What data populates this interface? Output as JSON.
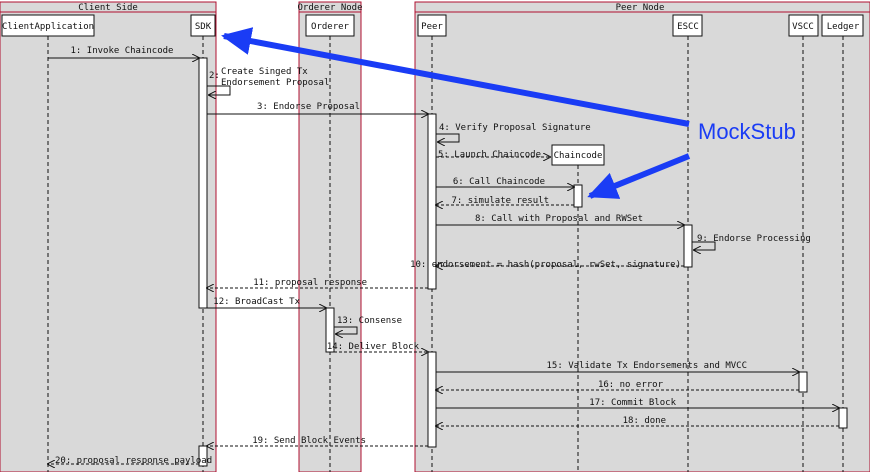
{
  "groups": [
    {
      "id": "client",
      "label": "Client Side"
    },
    {
      "id": "orderer",
      "label": "Orderer Node"
    },
    {
      "id": "peer",
      "label": "Peer Node"
    }
  ],
  "participants": [
    {
      "id": "client_app",
      "label": "ClientApplication"
    },
    {
      "id": "sdk",
      "label": "SDK"
    },
    {
      "id": "orderer",
      "label": "Orderer"
    },
    {
      "id": "peer",
      "label": "Peer"
    },
    {
      "id": "escc",
      "label": "ESCC"
    },
    {
      "id": "vscc",
      "label": "VSCC"
    },
    {
      "id": "ledger",
      "label": "Ledger"
    },
    {
      "id": "chaincode",
      "label": "Chaincode"
    }
  ],
  "messages": [
    {
      "n": 1,
      "text": "1: Invoke Chaincode",
      "from": "client_app",
      "to": "sdk",
      "style": "solid"
    },
    {
      "n": 2,
      "text": "Create Singed Tx",
      "text2": "Endorsement Proposal",
      "prefix": "2:",
      "from": "sdk",
      "to": "sdk",
      "style": "self"
    },
    {
      "n": 3,
      "text": "3: Endorse Proposal",
      "from": "sdk",
      "to": "peer",
      "style": "solid"
    },
    {
      "n": 4,
      "text": "4: Verify Proposal Signature",
      "from": "peer",
      "to": "peer",
      "style": "self"
    },
    {
      "n": 5,
      "text": "5: Launch Chaincode",
      "from": "peer",
      "to": "chaincode",
      "style": "dashed"
    },
    {
      "n": 6,
      "text": "6: Call Chaincode",
      "from": "peer",
      "to": "chaincode",
      "style": "solid"
    },
    {
      "n": 7,
      "text": "7: simulate result",
      "from": "chaincode",
      "to": "peer",
      "style": "dashed"
    },
    {
      "n": 8,
      "text": "8: Call with Proposal and RWSet",
      "from": "peer",
      "to": "escc",
      "style": "solid"
    },
    {
      "n": 9,
      "text": "9: Endorse Processing",
      "from": "escc",
      "to": "escc",
      "style": "self"
    },
    {
      "n": 10,
      "text": "10: endorsement = hash(proposal, rwSet, signature)",
      "from": "escc",
      "to": "peer",
      "style": "dashed"
    },
    {
      "n": 11,
      "text": "11: proposal response",
      "from": "peer",
      "to": "sdk",
      "style": "dashed"
    },
    {
      "n": 12,
      "text": "12: BroadCast Tx",
      "from": "sdk",
      "to": "orderer",
      "style": "solid"
    },
    {
      "n": 13,
      "text": "13: Consense",
      "from": "orderer",
      "to": "orderer",
      "style": "self"
    },
    {
      "n": 14,
      "text": "14: Deliver Block",
      "from": "orderer",
      "to": "peer",
      "style": "dashed"
    },
    {
      "n": 15,
      "text": "15: Validate Tx Endorsements and MVCC",
      "from": "peer",
      "to": "vscc",
      "style": "solid"
    },
    {
      "n": 16,
      "text": "16: no error",
      "from": "vscc",
      "to": "peer",
      "style": "dashed"
    },
    {
      "n": 17,
      "text": "17: Commit Block",
      "from": "peer",
      "to": "ledger",
      "style": "solid"
    },
    {
      "n": 18,
      "text": "18: done",
      "from": "ledger",
      "to": "peer",
      "style": "dashed"
    },
    {
      "n": 19,
      "text": "19: Send Block Events",
      "from": "peer",
      "to": "sdk",
      "style": "dashed"
    },
    {
      "n": 20,
      "text": "20: proposal response payload",
      "from": "sdk",
      "to": "client_app",
      "style": "dashed"
    }
  ],
  "annotation": {
    "label": "MockStub"
  },
  "colors": {
    "group_fill": "#d9d9d9",
    "group_border": "#b01030",
    "annotation": "#1a3cf5",
    "line": "#111111"
  }
}
